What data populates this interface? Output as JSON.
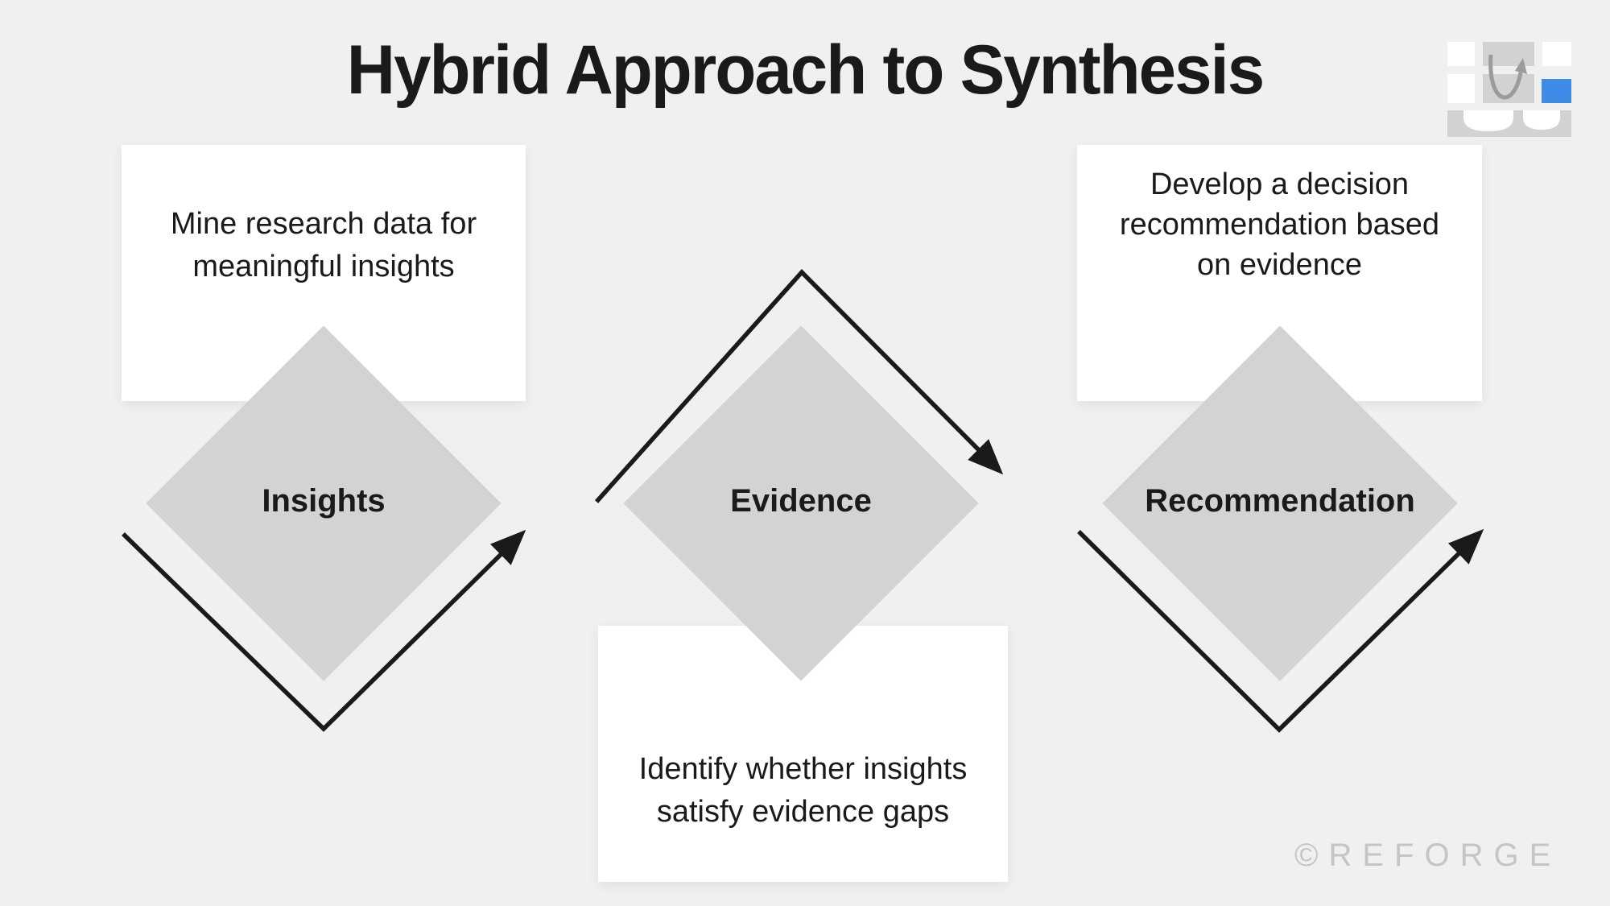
{
  "title": "Hybrid Approach to Synthesis",
  "watermark": "©REFORGE",
  "colors": {
    "background": "#f0f0ee",
    "card": "#ffffff",
    "diamond": "#d3d3d2",
    "ink": "#1a1a1a",
    "arrow": "#1a1a1a",
    "watermark": "#c5c5c5",
    "logo-gray": "#d2d2d1",
    "logo-white": "#ffffff",
    "logo-blue": "#3f8ce8",
    "logo-arrow": "#9b9b9b"
  },
  "steps": [
    {
      "label": "Insights",
      "note_lines": [
        "Mine research data for",
        "meaningful insights"
      ]
    },
    {
      "label": "Evidence",
      "note_lines": [
        "Identify whether insights",
        "satisfy evidence gaps"
      ]
    },
    {
      "label": "Recommendation",
      "note_lines": [
        "Develop a decision",
        "recommendation based",
        "on evidence"
      ]
    }
  ]
}
